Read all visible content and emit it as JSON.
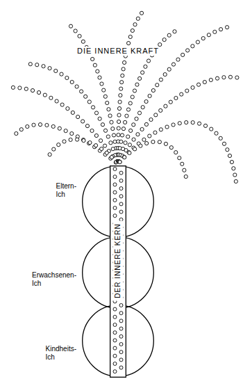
{
  "diagram": {
    "nodes": [
      {
        "text": [
          "Eltern- Ich"
        ]
      },
      {
        "text": [
          "DER INNERE KERN"
        ]
      },
      {
        "text": [
          "Erwachsenen- Ich"
        ]
      },
      {
        "text": [
          "Kindheits- Ich"
        ]
      }
    ],
    "labels": [
      "DIE INNERE KRAFT"
    ]
  }
}
